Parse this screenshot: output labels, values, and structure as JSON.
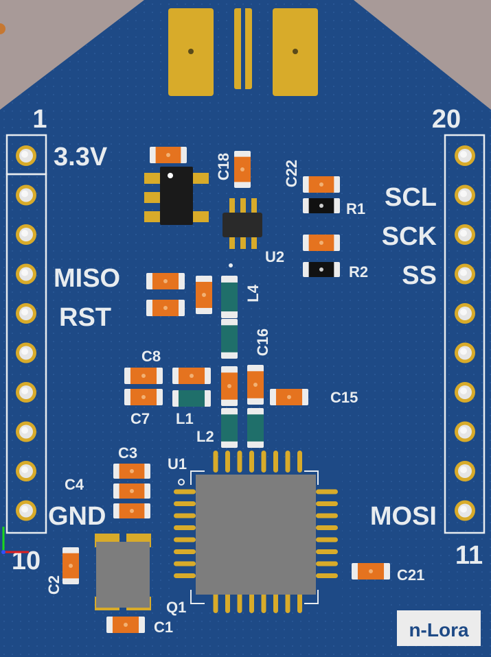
{
  "board": {
    "silk_label": "n-Lora",
    "colors": {
      "background": "#a89a98",
      "pcb": "#1e4a86",
      "silk": "#e8ecef",
      "gold": "#d8ab2a",
      "ic_body": "#7d7d7d",
      "black_part": "#1a1a1a",
      "cap_orange": "#e5731f",
      "inductor_teal": "#1f6f6a"
    }
  },
  "pins": {
    "left_top_number": "1",
    "left_bottom_number": "10",
    "right_top_number": "20",
    "right_bottom_number": "11"
  },
  "signals": {
    "v33": "3.3V",
    "miso": "MISO",
    "rst": "RST",
    "gnd": "GND",
    "scl": "SCL",
    "sck": "SCK",
    "ss": "SS",
    "mosi": "MOSI"
  },
  "refdes": {
    "C18": "C18",
    "C22": "C22",
    "R1": "R1",
    "R2": "R2",
    "U2": "U2",
    "L4": "L4",
    "C16": "C16",
    "C8": "C8",
    "C7": "C7",
    "L1": "L1",
    "L2": "L2",
    "C15": "C15",
    "C3": "C3",
    "C4": "C4",
    "U1": "U1",
    "C2": "C2",
    "Q1": "Q1",
    "C1": "C1",
    "C21": "C21"
  }
}
